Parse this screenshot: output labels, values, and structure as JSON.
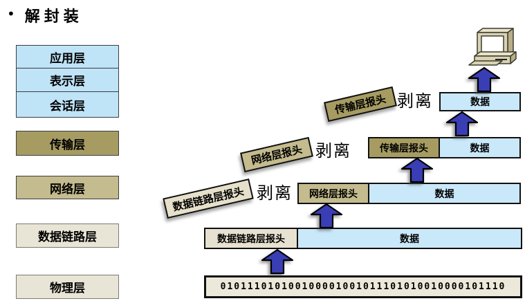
{
  "title": {
    "bullet": "•",
    "text": "解封装"
  },
  "colors": {
    "layer_blue": "#bfe3f7",
    "data_blue": "#c9e8fa",
    "dark_khaki": "#a69c62",
    "khaki": "#c4bb8e",
    "beige": "#e9e5d6",
    "arrow_blue": "#3a3eb5",
    "outline_black": "#101010"
  },
  "osi_layers": [
    {
      "id": "application",
      "label": "应用层"
    },
    {
      "id": "presentation",
      "label": "表示层"
    },
    {
      "id": "session",
      "label": "会话层"
    },
    {
      "id": "transport",
      "label": "传输层"
    },
    {
      "id": "network",
      "label": "网络层"
    },
    {
      "id": "datalink",
      "label": "数据链路层"
    },
    {
      "id": "physical",
      "label": "物理层"
    }
  ],
  "stack": {
    "top_data_label": "数据",
    "rows": [
      {
        "header": "传输层报头",
        "data": "数据"
      },
      {
        "header": "网络层报头",
        "data": "数据"
      },
      {
        "header": "数据链路层报头",
        "data": "数据"
      }
    ],
    "physical_bits": "010111010100100001001011101010010000101110",
    "peeled": [
      {
        "label": "传输层报头",
        "action": "剥离"
      },
      {
        "label": "网络层报头",
        "action": "剥离"
      },
      {
        "label": "数据链路层报头",
        "action": "剥离"
      }
    ]
  },
  "icons": {
    "computer": "desktop-computer"
  }
}
